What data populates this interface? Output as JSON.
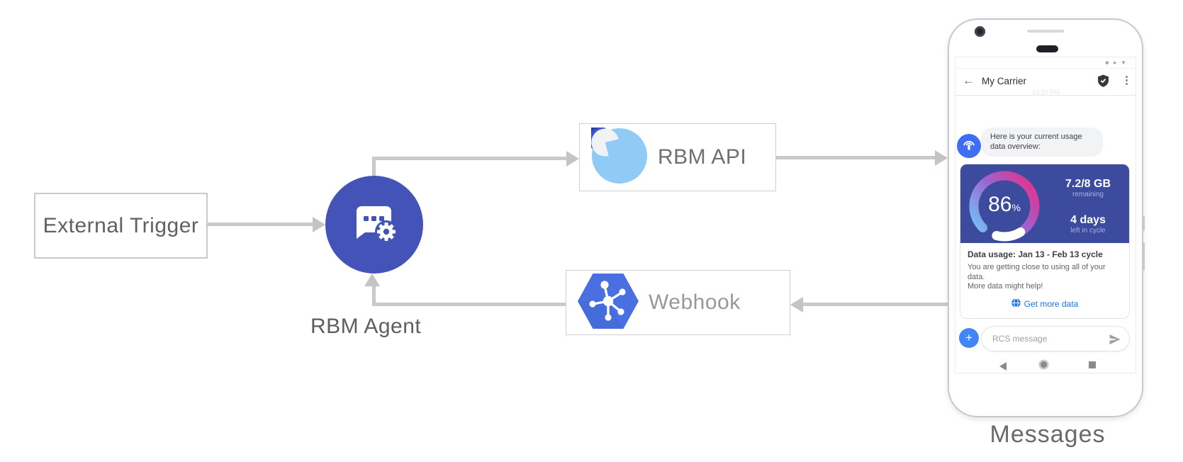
{
  "diagram": {
    "external_trigger_label": "External Trigger",
    "rbm_agent_label": "RBM Agent",
    "rbm_api_label": "RBM API",
    "webhook_label": "Webhook",
    "messages_caption": "Messages"
  },
  "colors": {
    "arrow_gray": "#c9c9c9",
    "agent_circle": "#4453b8",
    "card_indigo": "#3d4b9e",
    "link_blue": "#1a73e8",
    "fab_blue": "#4285f4",
    "avatar_blue": "#3f6df4",
    "hexagon_blue": "#4a6fe0",
    "logo_light_blue": "#8fcbf4",
    "gauge_start": "#79b6f2",
    "gauge_mid": "#9c64cf",
    "gauge_end": "#e3328e"
  },
  "icons": {
    "agent": "chat-bubble-gear-icon",
    "rbm_api": "droplet-logo-icon",
    "webhook": "hexagon-hub-icon",
    "avatar": "broadcast-icon",
    "verified": "verified-shield-icon",
    "menu": "kebab-menu-icon",
    "link": "globe-icon",
    "send": "paper-plane-icon"
  },
  "phone": {
    "status": {
      "square": "■",
      "dot": "●",
      "triangle": "▼"
    },
    "header": {
      "back_arrow": "←",
      "title": "My Carrier",
      "menu_dots": "⋮"
    },
    "faint_timestamp": "12:30 PM",
    "bubble": {
      "line1": "Here is your current usage",
      "line2": "data overview:"
    },
    "card": {
      "percent_value": "86",
      "percent_unit": "%",
      "usage": "7.2/8 GB",
      "usage_sub": "remaining",
      "days": "4 days",
      "days_sub": "left in cycle",
      "title": "Data usage: Jan 13 - Feb 13 cycle",
      "body_line1": "You are getting close to using all of your data.",
      "body_line2": "More data might help!",
      "link_label": "Get more data"
    },
    "compose": {
      "plus": "+",
      "placeholder": "RCS message"
    }
  }
}
